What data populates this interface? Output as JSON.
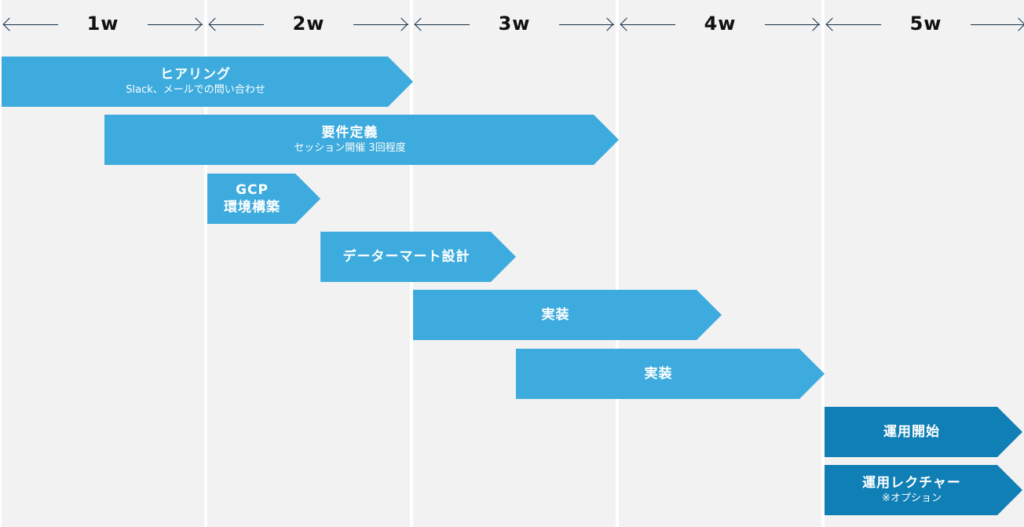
{
  "colors": {
    "column_bg": "#f2f2f2",
    "gap": "#ffffff",
    "timeline_line": "#14304a",
    "bar_light": "#3dabdd",
    "bar_dark": "#0f7fb5",
    "bar_text": "#ffffff"
  },
  "weeks": [
    {
      "label": "1w"
    },
    {
      "label": "2w"
    },
    {
      "label": "3w"
    },
    {
      "label": "4w"
    },
    {
      "label": "5w"
    }
  ],
  "tasks": [
    {
      "title": "ヒアリング",
      "subtitle": "Slack、メールでの問い合わせ",
      "start_week": 0.0,
      "end_week": 2.0,
      "style": "light"
    },
    {
      "title": "要件定義",
      "subtitle": "セッション開催 3回程度",
      "start_week": 0.5,
      "end_week": 3.0,
      "style": "light"
    },
    {
      "title": "GCP\n環境構築",
      "subtitle": "",
      "start_week": 1.0,
      "end_week": 1.55,
      "style": "light"
    },
    {
      "title": "データーマート設計",
      "subtitle": "",
      "start_week": 1.55,
      "end_week": 2.5,
      "style": "light"
    },
    {
      "title": "実装",
      "subtitle": "",
      "start_week": 2.0,
      "end_week": 3.5,
      "style": "light"
    },
    {
      "title": "実装",
      "subtitle": "",
      "start_week": 2.5,
      "end_week": 4.0,
      "style": "light"
    },
    {
      "title": "運用開始",
      "subtitle": "",
      "start_week": 4.0,
      "end_week": 5.0,
      "style": "dark"
    },
    {
      "title": "運用レクチャー",
      "subtitle": "※オプション",
      "start_week": 4.0,
      "end_week": 5.0,
      "style": "dark"
    }
  ]
}
